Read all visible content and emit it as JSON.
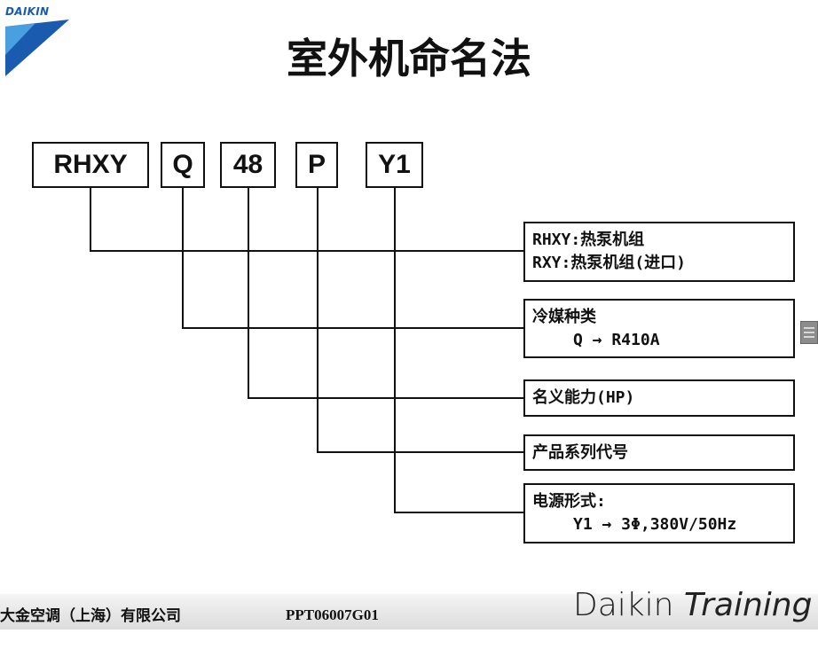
{
  "logo": {
    "text": "DAIKIN"
  },
  "title": "室外机命名法",
  "codes": {
    "series": "RHXY",
    "refrigerant": "Q",
    "capacity": "48",
    "product": "P",
    "power": "Y1"
  },
  "descriptions": {
    "series": {
      "line1": "RHXY:热泵机组",
      "line2": "RXY:热泵机组(进口)"
    },
    "refrigerant": {
      "line1": "冷媒种类",
      "line2": "Q → R410A"
    },
    "capacity": {
      "line1": "名义能力(HP)"
    },
    "product": {
      "line1": "产品系列代号"
    },
    "power": {
      "line1": "电源形式:",
      "line2": "Y1 → 3Φ,380V/50Hz"
    }
  },
  "footer": {
    "company": "大金空调（上海）有限公司",
    "code": "PPT06007G01",
    "brand_daikin": "Daikin",
    "brand_training": "Training"
  },
  "colors": {
    "logo_blue": "#1a5bb0",
    "logo_light": "#4a9fe0",
    "line": "#111111"
  },
  "icons": {
    "side_button": "grip-icon"
  }
}
